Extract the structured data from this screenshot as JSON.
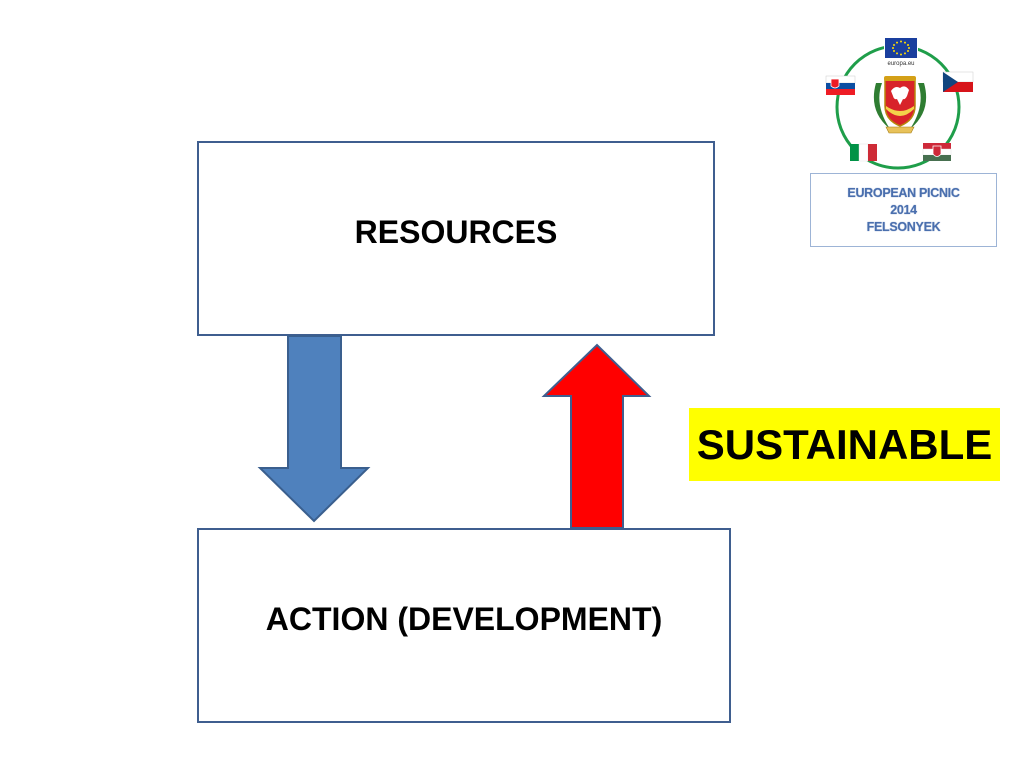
{
  "diagram": {
    "resources_label": "RESOURCES",
    "action_label": "ACTION (DEVELOPMENT)",
    "sustainable_label": "SUSTAINABLE"
  },
  "logo": {
    "eu_caption": "europa.eu",
    "caption_lines": [
      "EUROPEAN PICNIC",
      "2014",
      "FELSONYEK"
    ]
  },
  "colors": {
    "box_border": "#3f5e8f",
    "down_arrow": "#4f81bd",
    "up_arrow": "#ff0000",
    "highlight": "#ffff00",
    "logo_ring": "#1f9e4a",
    "caption_text": "#4a6fae"
  }
}
